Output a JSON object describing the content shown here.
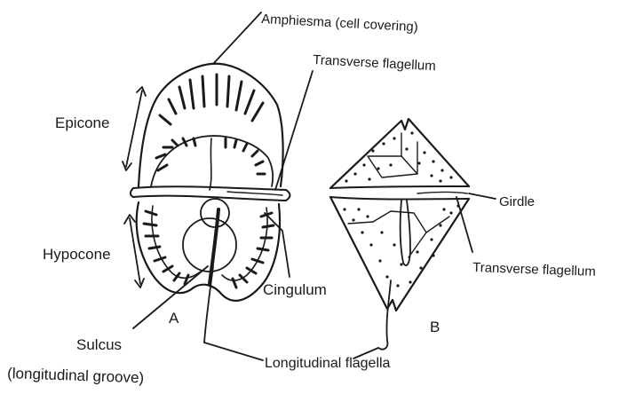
{
  "figure": {
    "labels": {
      "amphiesma": "Amphiesma (cell covering)",
      "transverse_flagellum_a": "Transverse flagellum",
      "epicone": "Epicone",
      "hypocone": "Hypocone",
      "cingulum": "Cingulum",
      "sulcus": "Sulcus",
      "sulcus_sub": "(longitudinal groove)",
      "longitudinal_flagella": "Longitudinal flagella",
      "panel_a": "A",
      "panel_b": "B",
      "girdle": "Girdle",
      "transverse_flagellum_b": "Transverse flagellum"
    }
  }
}
